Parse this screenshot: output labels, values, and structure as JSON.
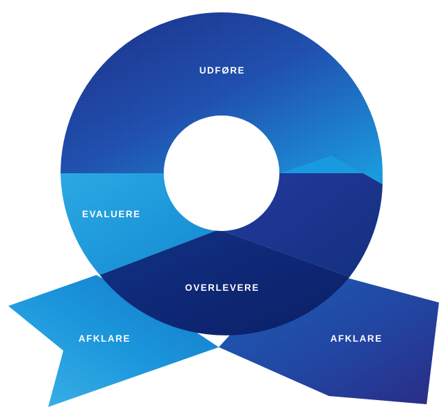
{
  "diagram": {
    "labels": {
      "top": "UDFØRE",
      "left": "EVALUERE",
      "center": "OVERLEVERE",
      "bottom_left": "AFKLARE",
      "bottom_right": "AFKLARE"
    },
    "colors": {
      "navy": "#1b2f8a",
      "royal_blue": "#1f55b3",
      "sky_blue": "#1a9fdf",
      "light_blue": "#28a8e2",
      "deep_navy": "#0e2370",
      "indigo": "#2a2f8f",
      "background": "#ffffff"
    }
  }
}
